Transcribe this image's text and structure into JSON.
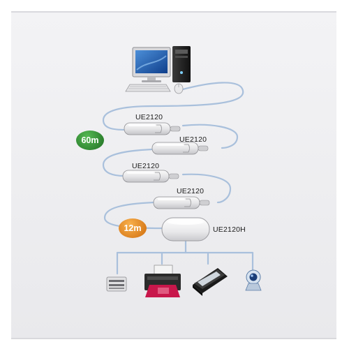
{
  "extenders": [
    {
      "label": "UE2120"
    },
    {
      "label": "UE2120"
    },
    {
      "label": "UE2120"
    },
    {
      "label": "UE2120"
    }
  ],
  "hub": {
    "label": "UE2120H"
  },
  "badges": {
    "long": {
      "text": "60m",
      "color": "#2f8a2f"
    },
    "short": {
      "text": "12m",
      "color": "#e58a1f"
    }
  },
  "devices": [
    {
      "name": "card-reader-icon"
    },
    {
      "name": "printer-icon"
    },
    {
      "name": "scanner-icon"
    },
    {
      "name": "webcam-icon"
    }
  ],
  "colors": {
    "cable": "#a9c0dc",
    "extender": "#e2e2e4"
  }
}
